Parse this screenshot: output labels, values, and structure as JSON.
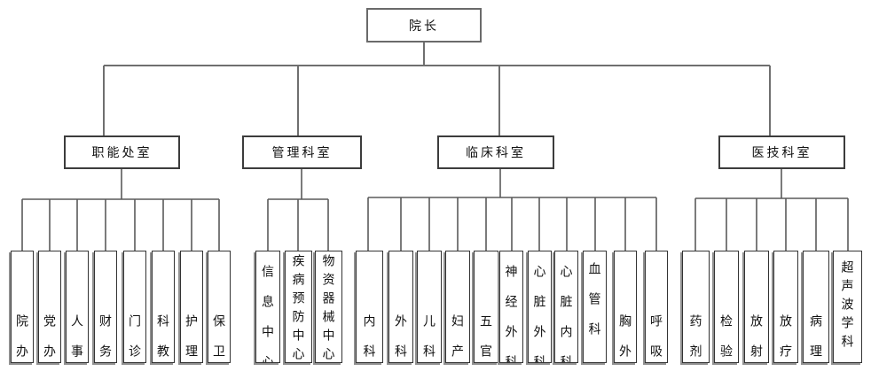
{
  "root": {
    "label": "院长"
  },
  "branches": [
    {
      "label": "职能处室",
      "children": [
        "院办",
        "党办",
        "人事",
        "财务",
        "门诊",
        "科教",
        "护理",
        "保卫"
      ]
    },
    {
      "label": "管理科室",
      "children": [
        "信息中心",
        "疾病预防中心",
        "物资器械中心"
      ]
    },
    {
      "label": "临床科室",
      "children": [
        "内科",
        "外科",
        "儿科",
        "妇产",
        "五官",
        "神经外科",
        "心脏外科",
        "心脏内科",
        "血管科",
        "胸外",
        "呼吸"
      ]
    },
    {
      "label": "医技科室",
      "children": [
        "药剂",
        "检验",
        "放射",
        "放疗",
        "病理",
        "超声波学科"
      ]
    }
  ],
  "colors": {
    "background": "#ffffff",
    "box_border": "#333333",
    "box_shadow": "#909090",
    "connector": "#6f6f6f",
    "text": "#111111"
  }
}
